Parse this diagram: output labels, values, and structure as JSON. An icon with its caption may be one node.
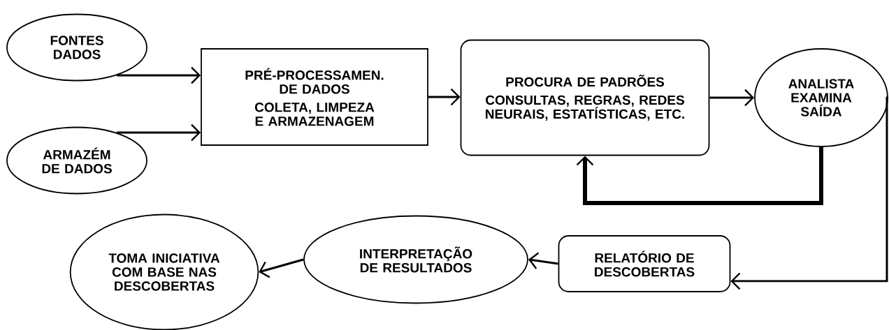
{
  "diagram": {
    "nodes": [
      {
        "text": [
          "FONTES DADOS"
        ]
      },
      {
        "text": [
          "ARMAZÉM DE DADOS"
        ]
      },
      {
        "text": [
          "PRÉ-PROCESSAMEN. DE DADOS",
          "COLETA, LIMPEZA E ARMAZENAGEM"
        ]
      },
      {
        "text": [
          "PROCURA DE PADRÕES",
          "CONSULTAS, REGRAS, REDES NEURAIS, ESTATÍSTICAS, ETC."
        ]
      },
      {
        "text": [
          "ANALISTA EXAMINA SAÍDA"
        ]
      },
      {
        "text": [
          "RELATÓRIO DE DESCOBERTAS"
        ]
      },
      {
        "text": [
          "INTERPRETAÇÃO DE RESULTADOS"
        ]
      },
      {
        "text": [
          "TOMA INICIATIVA COM BASE NAS DESCOBERTAS"
        ]
      }
    ],
    "edges": [
      {
        "from": 0,
        "to": 2,
        "arrow": "to"
      },
      {
        "from": 1,
        "to": 2,
        "arrow": "to"
      },
      {
        "from": 2,
        "to": 3,
        "arrow": "to"
      },
      {
        "from": 3,
        "to": 4,
        "arrow": "to"
      },
      {
        "from": 4,
        "to": 3,
        "arrow": "to",
        "style": "thick"
      },
      {
        "from": 4,
        "to": 5,
        "arrow": "to"
      },
      {
        "from": 5,
        "to": 6,
        "arrow": "to"
      },
      {
        "from": 6,
        "to": 7,
        "arrow": "to"
      }
    ]
  }
}
